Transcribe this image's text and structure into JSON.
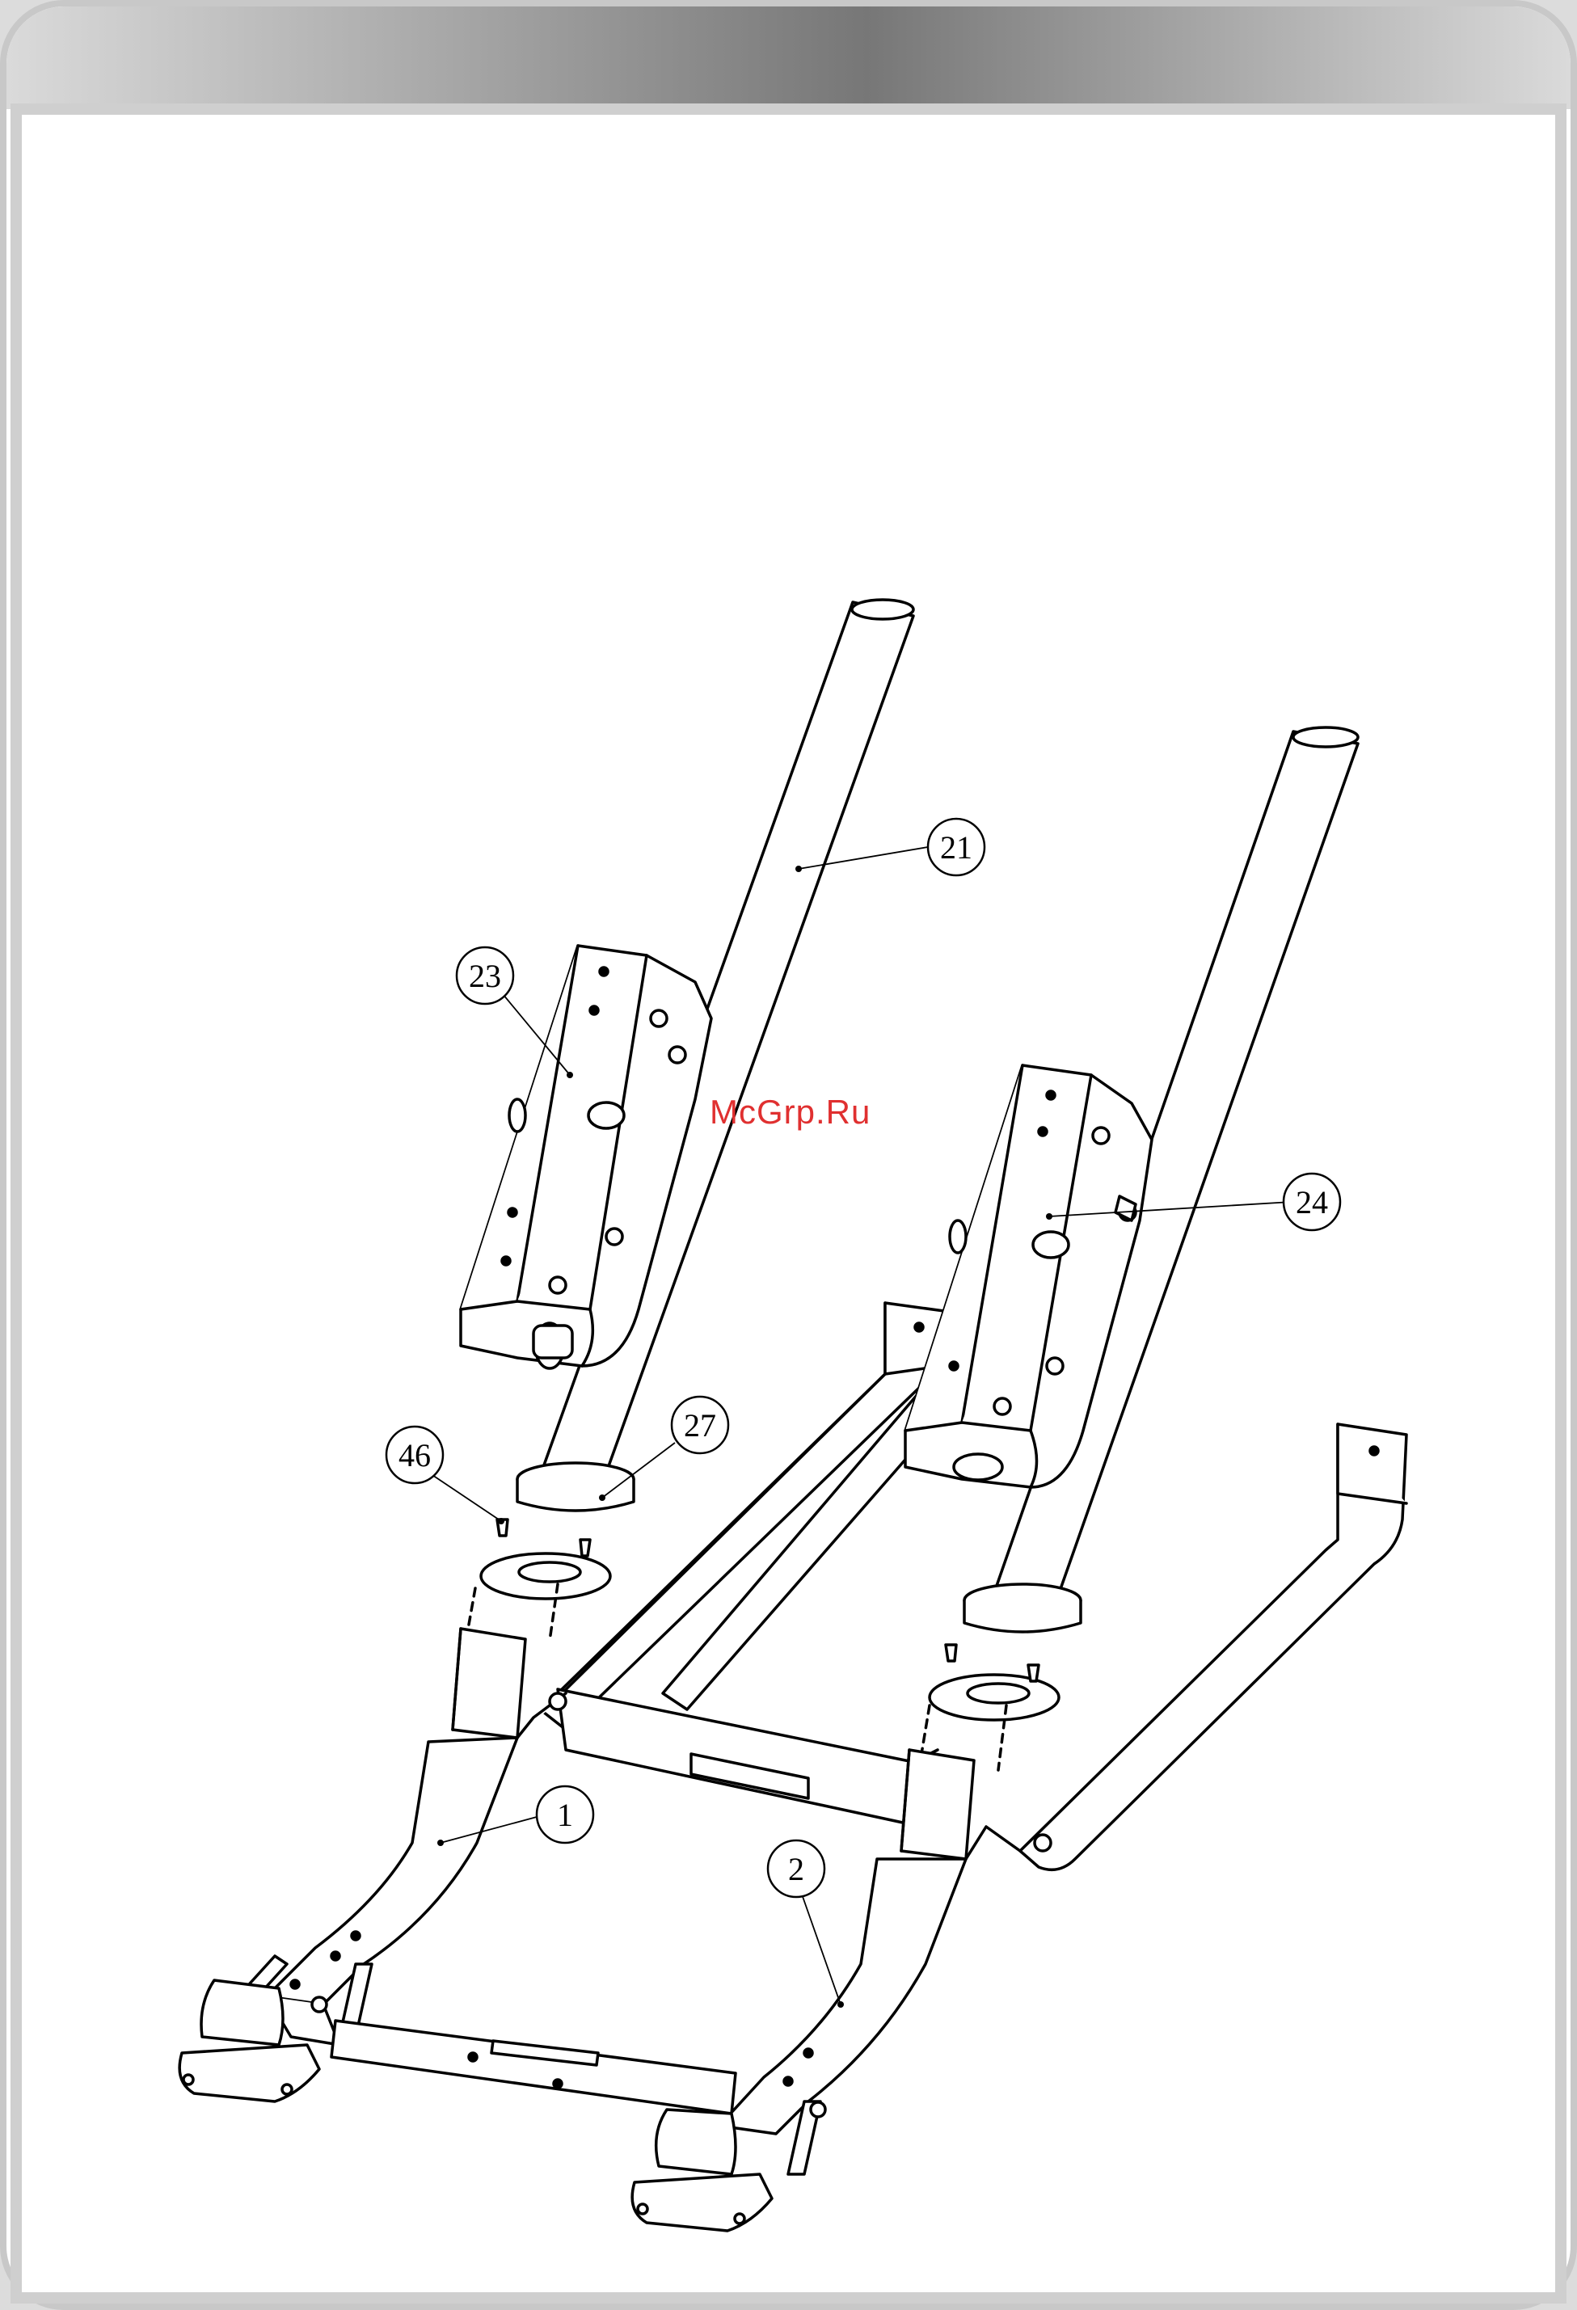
{
  "watermark": "McGrp.Ru",
  "labels": {
    "p1": "1",
    "p2": "2",
    "p21": "21",
    "p23": "23",
    "p24": "24",
    "p27": "27",
    "p46": "46"
  },
  "colors": {
    "frame_bg": "#ffffff",
    "frame_border": "#c8c8c8",
    "header_dark": "#777777",
    "header_light": "#d9d9d9",
    "line": "#000000",
    "watermark": "#e03030"
  }
}
